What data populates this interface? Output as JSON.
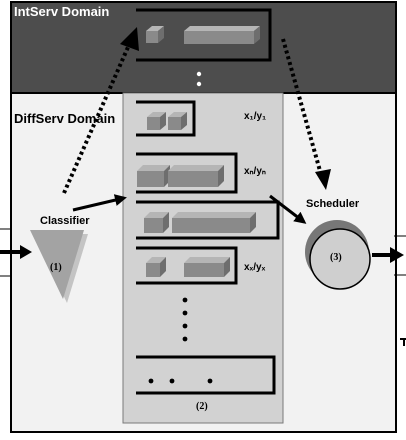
{
  "intserv": {
    "label": "IntServ Domain"
  },
  "diffserv": {
    "label": "DiffServ Domain"
  },
  "classifier": {
    "label": "Classifier",
    "tag": "(1)"
  },
  "scheduler": {
    "label": "Scheduler",
    "tag": "(3)"
  },
  "queues": {
    "tag": "(2)",
    "ratios": [
      "x₁/y₁",
      "xₙ/yₙ",
      "xₓ/yₓ"
    ],
    "ratio_1": "x₁/y₁",
    "ratio_2": "xₙ/yₙ",
    "ratio_3": "xₓ/yₓ"
  },
  "colors": {
    "intserv_bg": "#4d4d4d",
    "diffserv_bg": "#f2f2f2",
    "queue_column_bg": "#d2d2d2",
    "packet_fill": "#8a8a8a",
    "classifier_fill": "#a3a3a3",
    "scheduler_fill": "#cfcfcf"
  },
  "icons": [
    "classifier-triangle-icon",
    "scheduler-circle-icon",
    "packet-block-icon"
  ]
}
